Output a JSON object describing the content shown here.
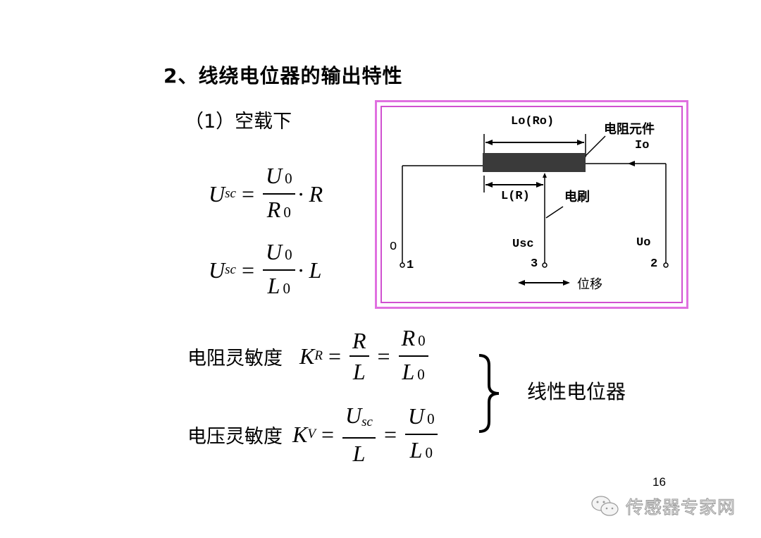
{
  "slide": {
    "title": "2、线绕电位器的输出特性",
    "subtitle": "（1）空载下",
    "page_number": "16"
  },
  "formulas": {
    "usc_r": {
      "lhs": "U",
      "lhs_sub": "sc",
      "eq": "=",
      "num": "U",
      "num_sub": "0",
      "den": "R",
      "den_sub": "0",
      "mult": "· R"
    },
    "usc_l": {
      "lhs": "U",
      "lhs_sub": "sc",
      "eq": "=",
      "num": "U",
      "num_sub": "0",
      "den": "L",
      "den_sub": "0",
      "mult": "· L"
    }
  },
  "sensitivity": {
    "resistance": {
      "label": "电阻灵敏度",
      "lhs": "K",
      "lhs_sub": "R",
      "eq": "=",
      "f1_num": "R",
      "f1_den": "L",
      "f2_num": "R",
      "f2_num_sub": "0",
      "f2_den": "L",
      "f2_den_sub": "0"
    },
    "voltage": {
      "label": "电压灵敏度",
      "lhs": "K",
      "lhs_sub": "V",
      "eq": "=",
      "f1_num": "U",
      "f1_num_sub": "sc",
      "f1_den": "L",
      "f2_num": "U",
      "f2_num_sub": "0",
      "f2_den": "L",
      "f2_den_sub": "0"
    },
    "conclusion": "线性电位器"
  },
  "diagram": {
    "label_l0r0": "Lo(Ro)",
    "label_element": "电阻元件",
    "label_i0": "Io",
    "label_lr": "L(R)",
    "label_brush": "电刷",
    "label_zero": "O",
    "label_usc": "Usc",
    "label_u0": "Uo",
    "terminal_1": "1",
    "terminal_3": "3",
    "terminal_2": "2",
    "label_displacement": "位移",
    "border_color": "#e070e0",
    "element_color": "#3a3a3a"
  },
  "watermark": {
    "text": "传感器专家网",
    "icon": "wechat-icon"
  }
}
